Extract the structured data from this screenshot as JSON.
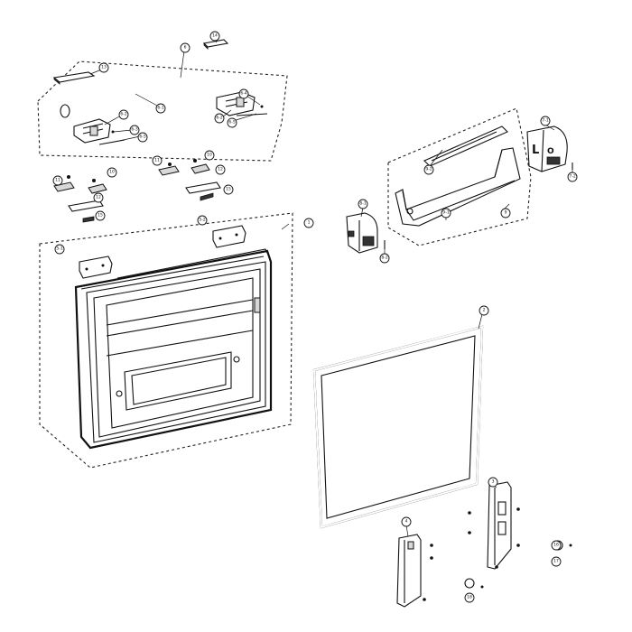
{
  "diagram": {
    "callouts": [
      {
        "id": "c13",
        "label": "13"
      },
      {
        "id": "c14",
        "label": "14"
      },
      {
        "id": "c6",
        "label": "6"
      },
      {
        "id": "c6_1",
        "label": "6-1"
      },
      {
        "id": "c6_2a",
        "label": "6-2"
      },
      {
        "id": "c6_3",
        "label": "6-3"
      },
      {
        "id": "c6_2b",
        "label": "6-2"
      },
      {
        "id": "c6_5a",
        "label": "6-5"
      },
      {
        "id": "c6_4",
        "label": "6-4"
      },
      {
        "id": "c6_5b",
        "label": "6-5"
      },
      {
        "id": "c11a",
        "label": "11"
      },
      {
        "id": "c10a",
        "label": "10"
      },
      {
        "id": "c12a",
        "label": "12"
      },
      {
        "id": "c15a",
        "label": "15"
      },
      {
        "id": "c11b",
        "label": "11"
      },
      {
        "id": "c10b",
        "label": "10"
      },
      {
        "id": "c12b",
        "label": "12"
      },
      {
        "id": "c15b",
        "label": "15"
      },
      {
        "id": "c1",
        "label": "1"
      },
      {
        "id": "c5_1",
        "label": "5-1"
      },
      {
        "id": "c5_2",
        "label": "5-2"
      },
      {
        "id": "c8_1",
        "label": "8-1"
      },
      {
        "id": "c8_2",
        "label": "8-2"
      },
      {
        "id": "c7_1",
        "label": "7-1"
      },
      {
        "id": "c7_2",
        "label": "7-2"
      },
      {
        "id": "c9_2",
        "label": "9-2"
      },
      {
        "id": "c9_1",
        "label": "9-1"
      },
      {
        "id": "c9",
        "label": "9"
      },
      {
        "id": "c2",
        "label": "2"
      },
      {
        "id": "c3",
        "label": "3"
      },
      {
        "id": "c4",
        "label": "4"
      },
      {
        "id": "c16",
        "label": "16"
      },
      {
        "id": "c17",
        "label": "17"
      },
      {
        "id": "c18",
        "label": "18"
      }
    ],
    "cap_glyphs": {
      "left": "L",
      "right": "O"
    }
  }
}
